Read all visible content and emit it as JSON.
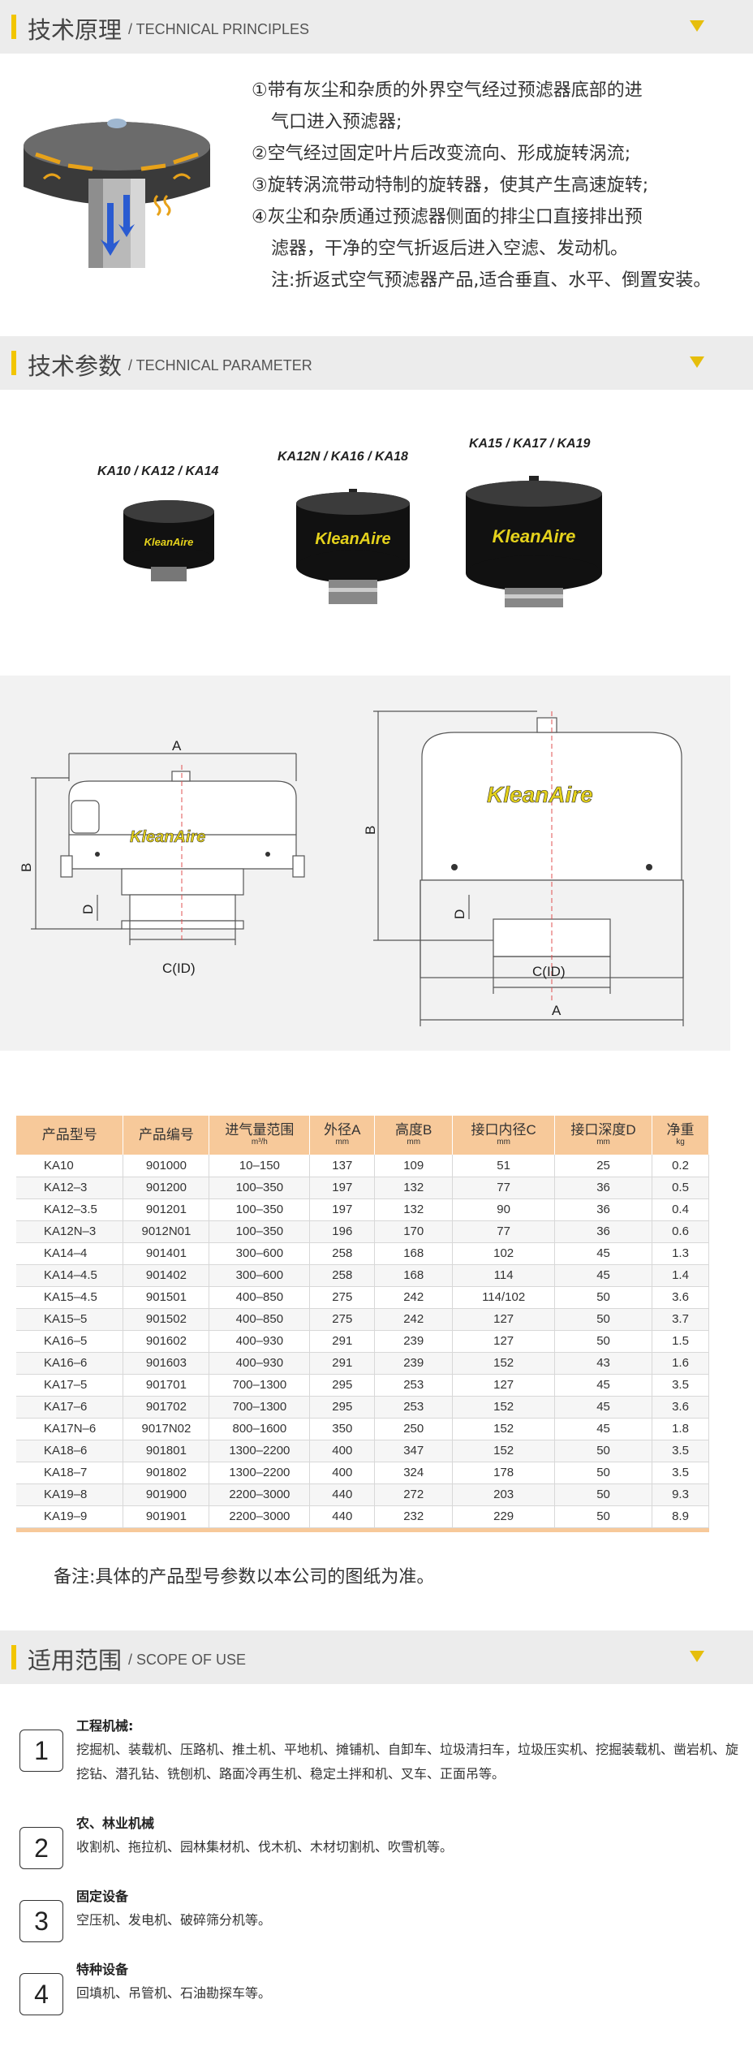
{
  "sections": {
    "principles": {
      "title_cn": "技术原理",
      "title_en": "/ TECHNICAL PRINCIPLES"
    },
    "parameters": {
      "title_cn": "技术参数",
      "title_en": "/ TECHNICAL PARAMETER"
    },
    "scope": {
      "title_cn": "适用范围",
      "title_en": "/ SCOPE OF USE"
    }
  },
  "principles": {
    "lines": [
      {
        "text": "①带有灰尘和杂质的外界空气经过预滤器底部的进",
        "cont": false
      },
      {
        "text": "气口进入预滤器;",
        "cont": true
      },
      {
        "text": "②空气经过固定叶片后改变流向、形成旋转涡流;",
        "cont": false
      },
      {
        "text": "③旋转涡流带动特制的旋转器，使其产生高速旋转;",
        "cont": false
      },
      {
        "text": "④灰尘和杂质通过预滤器侧面的排尘口直接排出预",
        "cont": false
      },
      {
        "text": "滤器，干净的空气折返后进入空滤、发动机。",
        "cont": true
      },
      {
        "text": "注:折返式空气预滤器产品,适合垂直、水平、倒置安装。",
        "cont": true
      }
    ]
  },
  "products": {
    "label1": "KA10 / KA12 / KA14",
    "label2": "KA12N / KA16 / KA18",
    "label3": "KA15 / KA17 / KA19",
    "brand": "KleanAire"
  },
  "drawing": {
    "dim_a": "A",
    "dim_b": "B",
    "dim_d": "D",
    "dim_c": "C(ID)",
    "brand": "KleanAire"
  },
  "table": {
    "headers": [
      {
        "label": "产品型号",
        "unit": ""
      },
      {
        "label": "产品编号",
        "unit": ""
      },
      {
        "label": "进气量范围",
        "unit": "m³/h"
      },
      {
        "label": "外径A",
        "unit": "mm"
      },
      {
        "label": "高度B",
        "unit": "mm"
      },
      {
        "label": "接口内径C",
        "unit": "mm"
      },
      {
        "label": "接口深度D",
        "unit": "mm"
      },
      {
        "label": "净重",
        "unit": "kg"
      }
    ],
    "rows": [
      [
        "KA10",
        "901000",
        "10–150",
        "137",
        "109",
        "51",
        "25",
        "0.2"
      ],
      [
        "KA12–3",
        "901200",
        "100–350",
        "197",
        "132",
        "77",
        "36",
        "0.5"
      ],
      [
        "KA12–3.5",
        "901201",
        "100–350",
        "197",
        "132",
        "90",
        "36",
        "0.4"
      ],
      [
        "KA12N–3",
        "9012N01",
        "100–350",
        "196",
        "170",
        "77",
        "36",
        "0.6"
      ],
      [
        "KA14–4",
        "901401",
        "300–600",
        "258",
        "168",
        "102",
        "45",
        "1.3"
      ],
      [
        "KA14–4.5",
        "901402",
        "300–600",
        "258",
        "168",
        "114",
        "45",
        "1.4"
      ],
      [
        "KA15–4.5",
        "901501",
        "400–850",
        "275",
        "242",
        "114/102",
        "50",
        "3.6"
      ],
      [
        "KA15–5",
        "901502",
        "400–850",
        "275",
        "242",
        "127",
        "50",
        "3.7"
      ],
      [
        "KA16–5",
        "901602",
        "400–930",
        "291",
        "239",
        "127",
        "50",
        "1.5"
      ],
      [
        "KA16–6",
        "901603",
        "400–930",
        "291",
        "239",
        "152",
        "43",
        "1.6"
      ],
      [
        "KA17–5",
        "901701",
        "700–1300",
        "295",
        "253",
        "127",
        "45",
        "3.5"
      ],
      [
        "KA17–6",
        "901702",
        "700–1300",
        "295",
        "253",
        "152",
        "45",
        "3.6"
      ],
      [
        "KA17N–6",
        "9017N02",
        "800–1600",
        "350",
        "250",
        "152",
        "45",
        "1.8"
      ],
      [
        "KA18–6",
        "901801",
        "1300–2200",
        "400",
        "347",
        "152",
        "50",
        "3.5"
      ],
      [
        "KA18–7",
        "901802",
        "1300–2200",
        "400",
        "324",
        "178",
        "50",
        "3.5"
      ],
      [
        "KA19–8",
        "901900",
        "2200–3000",
        "440",
        "272",
        "203",
        "50",
        "9.3"
      ],
      [
        "KA19–9",
        "901901",
        "2200–3000",
        "440",
        "232",
        "229",
        "50",
        "8.9"
      ]
    ]
  },
  "note": "备注:具体的产品型号参数以本公司的图纸为准。",
  "scope": {
    "items": [
      {
        "num": "1",
        "title": "工程机械:",
        "desc": "挖掘机、装载机、压路机、推土机、平地机、摊铺机、自卸车、垃圾清扫车，垃圾压实机、挖掘装载机、凿岩机、旋挖钻、潜孔钻、铣刨机、路面冷再生机、稳定土拌和机、叉车、正面吊等。"
      },
      {
        "num": "2",
        "title": "农、林业机械",
        "desc": "收割机、拖拉机、园林集材机、伐木机、木材切割机、吹雪机等。"
      },
      {
        "num": "3",
        "title": "固定设备",
        "desc": "空压机、发电机、破碎筛分机等。"
      },
      {
        "num": "4",
        "title": "特种设备",
        "desc": "回填机、吊管机、石油勘探车等。"
      }
    ]
  },
  "colors": {
    "accent": "#f2c500",
    "table_header": "#f7c99a",
    "section_bg": "#ececec"
  }
}
